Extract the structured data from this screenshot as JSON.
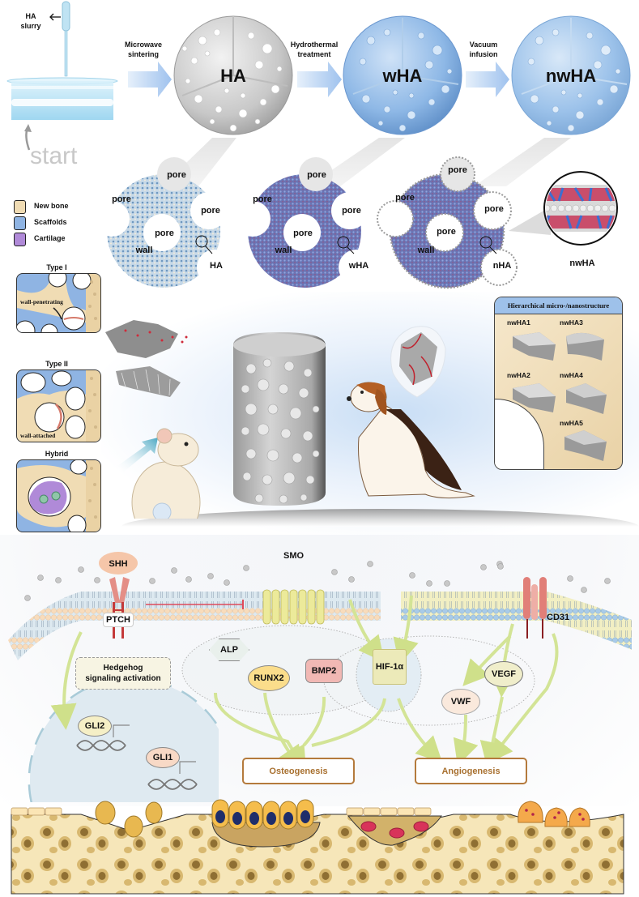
{
  "fabrication": {
    "slurry_label": "HA\nslurry",
    "start_label": "start",
    "steps": [
      {
        "arrow_label": "Microwave\nsintering",
        "sphere_label": "HA"
      },
      {
        "arrow_label": "Hydrothermal\ntreatment",
        "sphere_label": "wHA"
      },
      {
        "arrow_label": "Vacuum\ninfusion",
        "sphere_label": "nwHA"
      }
    ]
  },
  "cross_sections": [
    {
      "pores": [
        "pore",
        "pore",
        "pore",
        "pore"
      ],
      "wall": "wall",
      "callout": "HA"
    },
    {
      "pores": [
        "pore",
        "pore",
        "pore",
        "pore"
      ],
      "wall": "wall",
      "callout": "wHA"
    },
    {
      "pores": [
        "pore",
        "pore",
        "pore",
        "pore"
      ],
      "wall": "wall",
      "callout": "nHA"
    }
  ],
  "magnified_label": "nwHA",
  "legend": [
    {
      "label": "New bone",
      "color": "#f0dcb4"
    },
    {
      "label": "Scaffolds",
      "color": "#8fb4e3"
    },
    {
      "label": "Cartilage",
      "color": "#b08ad8"
    }
  ],
  "bone_types": [
    {
      "title": "Type I",
      "annotation": "wall-penetrating"
    },
    {
      "title": "Type II",
      "annotation": "wall-attached"
    },
    {
      "title": "Hybrid",
      "annotation": ""
    }
  ],
  "hierarchy_panel": {
    "title": "Hierarchical micro-/nanostructure",
    "items": [
      "nwHA1",
      "nwHA3",
      "nwHA2",
      "nwHA4",
      "nwHA5"
    ]
  },
  "pathway": {
    "receptors": {
      "shh": "SHH",
      "ptch": "PTCH",
      "smo": "SMO",
      "cd31": "CD31"
    },
    "hedgehog_box": "Hedgehog\nsignaling activation",
    "nucleus_factors": [
      "GLI2",
      "GLI1"
    ],
    "osteo_factors": [
      "ALP",
      "RUNX2",
      "BMP2"
    ],
    "hif": "HIF-1α",
    "angio_factors": [
      "VEGF",
      "VWF"
    ],
    "outcomes": [
      "Osteogenesis",
      "Angiogenesis"
    ]
  },
  "colors": {
    "arrow_blue": "#a9c8ef",
    "bone_beige": "#f0dcb4",
    "scaffold_blue": "#8fb4e3",
    "cartilage_purple": "#b08ad8",
    "outcome_brown": "#b47a3c",
    "pathway_green": "#cfe08a"
  }
}
